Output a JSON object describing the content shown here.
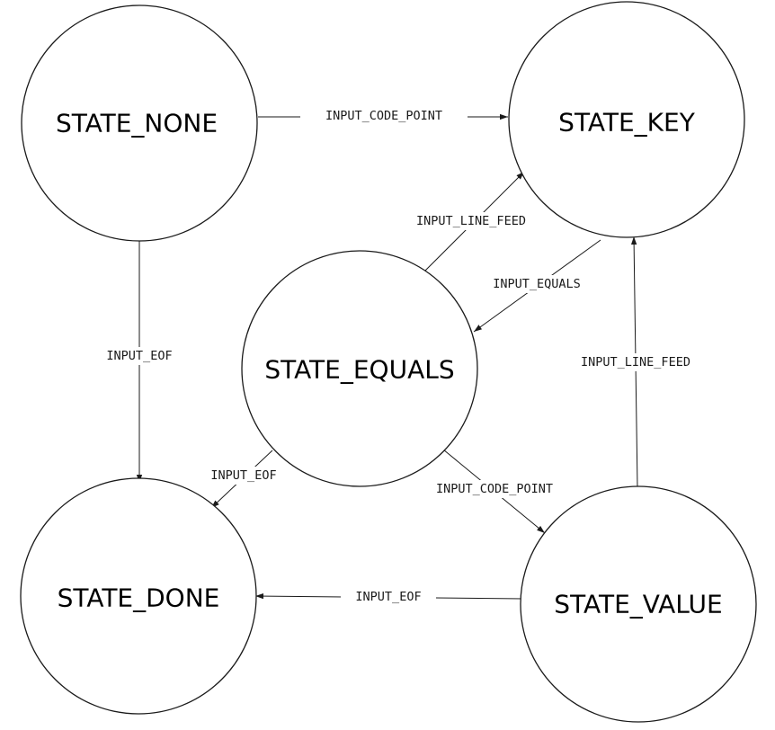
{
  "diagram": {
    "states": {
      "none": "STATE_NONE",
      "key": "STATE_KEY",
      "equals": "STATE_EQUALS",
      "done": "STATE_DONE",
      "value": "STATE_VALUE"
    },
    "transitions": [
      {
        "from": "STATE_NONE",
        "to": "STATE_KEY",
        "label": "INPUT_CODE_POINT"
      },
      {
        "from": "STATE_NONE",
        "to": "STATE_DONE",
        "label": "INPUT_EOF"
      },
      {
        "from": "STATE_EQUALS",
        "to": "STATE_KEY",
        "label": "INPUT_LINE_FEED"
      },
      {
        "from": "STATE_KEY",
        "to": "STATE_EQUALS",
        "label": "INPUT_EQUALS"
      },
      {
        "from": "STATE_VALUE",
        "to": "STATE_KEY",
        "label": "INPUT_LINE_FEED"
      },
      {
        "from": "STATE_EQUALS",
        "to": "STATE_DONE",
        "label": "INPUT_EOF"
      },
      {
        "from": "STATE_EQUALS",
        "to": "STATE_VALUE",
        "label": "INPUT_CODE_POINT"
      },
      {
        "from": "STATE_VALUE",
        "to": "STATE_DONE",
        "label": "INPUT_EOF"
      }
    ]
  }
}
